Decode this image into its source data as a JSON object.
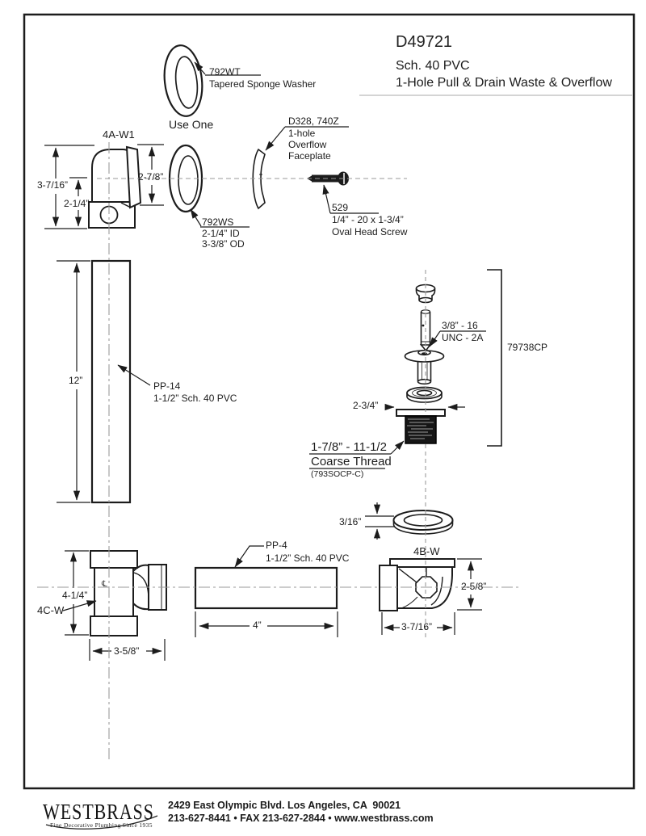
{
  "title_block": {
    "model": "D49721",
    "spec": "Sch. 40 PVC",
    "description": "1-Hole Pull & Drain Waste & Overflow"
  },
  "annotations": {
    "sponge_washer": {
      "part": "792WT",
      "desc": "Tapered Sponge Washer"
    },
    "use_one": "Use One",
    "overflow_elbow": {
      "part": "4A-W1",
      "dim_height": "3-7/16”",
      "dim_body": "2-1/4”",
      "dim_face": "2-7/8”"
    },
    "slip_washer": {
      "part": "792WS",
      "inner": "2-1/4” ID",
      "outer": "3-3/8” OD"
    },
    "faceplate": {
      "part": "D328, 740Z",
      "line1": "1-hole",
      "line2": "Overflow",
      "line3": "Faceplate"
    },
    "screw": {
      "part": "529",
      "size": "1/4” - 20 x 1-3/4”",
      "desc": "Oval Head Screw"
    },
    "long_pipe": {
      "part": "PP-14",
      "desc": "1-1/2” Sch. 40 PVC",
      "length": "12”"
    },
    "drain_kit": {
      "part": "79738CP",
      "rod_thread_line1": "3/8” - 16",
      "rod_thread_line2": "UNC - 2A",
      "flange_width": "2-3/4”",
      "thread_line1": "1-7/8” - 11-1/2",
      "thread_line2": "Coarse Thread",
      "thread_line3": "(793SOCP-C)"
    },
    "flat_washer_thickness": "3/16”",
    "waste_tee": {
      "part": "4C-W",
      "dim_height": "4-1/4”",
      "dim_width": "3-5/8”",
      "centerline_symbol": "℄"
    },
    "short_pipe": {
      "part": "PP-4",
      "desc": "1-1/2” Sch. 40 PVC",
      "length": "4”"
    },
    "drain_elbow": {
      "part": "4B-W",
      "dim_height": "2-5/8”",
      "dim_width": "3-7/16”"
    }
  },
  "footer": {
    "brand": "WESTBRASS",
    "tagline": "Fine Decorative Plumbing Since 1935",
    "address": "2429 East Olympic Blvd. Los Angeles, CA  90021",
    "phone_line": "213-627-8441 • FAX 213-627-2844 • www.westbrass.com"
  },
  "colors": {
    "ink": "#1c1c1c",
    "centerline": "#9a9a9a",
    "thread_fill": "#161616"
  }
}
